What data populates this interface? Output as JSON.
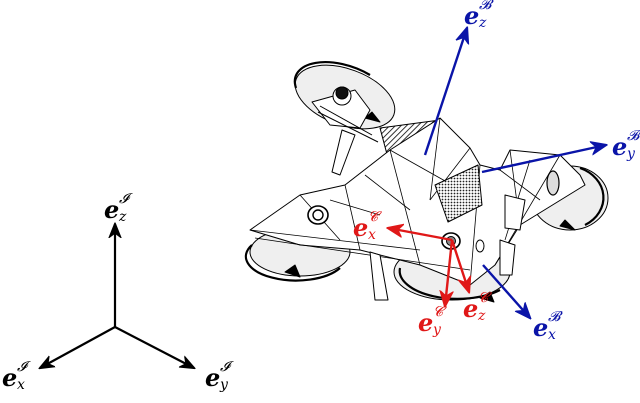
{
  "figure": {
    "description": "Quadrotor drone with inertial, body and camera coordinate frames",
    "colors": {
      "inertial": "#000000",
      "body": "#0a14a8",
      "camera": "#e01818",
      "propeller_disc": "#eeeeee"
    }
  },
  "frames": {
    "inertial": {
      "name": "I",
      "axes": [
        {
          "id": "x",
          "base": "e",
          "sub": "x",
          "sup": "𝓘"
        },
        {
          "id": "y",
          "base": "e",
          "sub": "y",
          "sup": "𝓘"
        },
        {
          "id": "z",
          "base": "e",
          "sub": "z",
          "sup": "𝓘"
        }
      ]
    },
    "body": {
      "name": "B",
      "axes": [
        {
          "id": "x",
          "base": "e",
          "sub": "x",
          "sup": "𝓑"
        },
        {
          "id": "y",
          "base": "e",
          "sub": "y",
          "sup": "𝓑"
        },
        {
          "id": "z",
          "base": "e",
          "sub": "z",
          "sup": "𝓑"
        }
      ]
    },
    "camera": {
      "name": "C",
      "axes": [
        {
          "id": "x",
          "base": "e",
          "sub": "x",
          "sup": "𝓒"
        },
        {
          "id": "y",
          "base": "e",
          "sub": "y",
          "sup": "𝓒"
        },
        {
          "id": "z",
          "base": "e",
          "sub": "z",
          "sup": "𝓒"
        }
      ]
    }
  }
}
